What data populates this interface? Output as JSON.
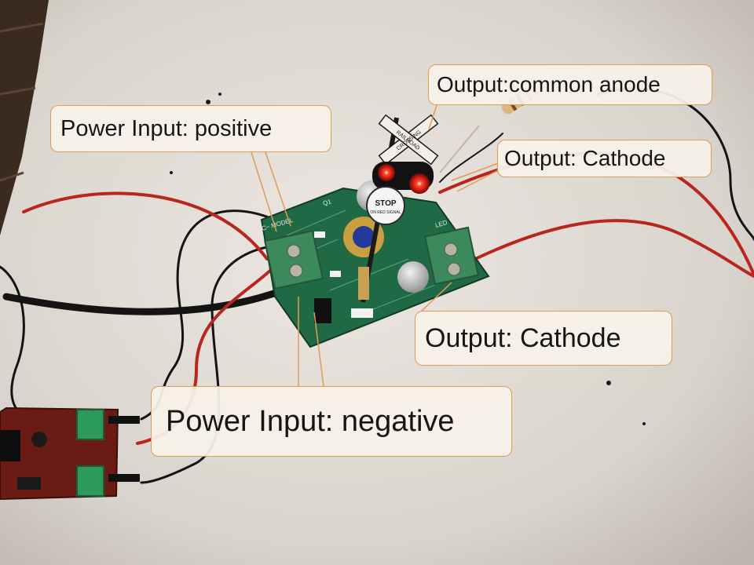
{
  "callouts": {
    "power_positive": "Power Input: positive",
    "output_anode": "Output:common anode",
    "output_cathode_upper": "Output: Cathode",
    "output_cathode_lower": "Output: Cathode",
    "power_negative": "Power Input: negative"
  },
  "board_text": {
    "stop_sign": "STOP",
    "stop_sub": "ON RED SIGNAL",
    "crossbuck_line1": "RAILROAD",
    "crossbuck_line2": "CROSSING",
    "model_label": "C− MODEL",
    "led_label": "LED",
    "q1": "Q1"
  },
  "colors": {
    "paper": "#e8e2dc",
    "pcb": "#1f6a45",
    "callout_border": "#e39a55",
    "red_wire": "#b8261c",
    "led_glow": "#ff2a18"
  }
}
